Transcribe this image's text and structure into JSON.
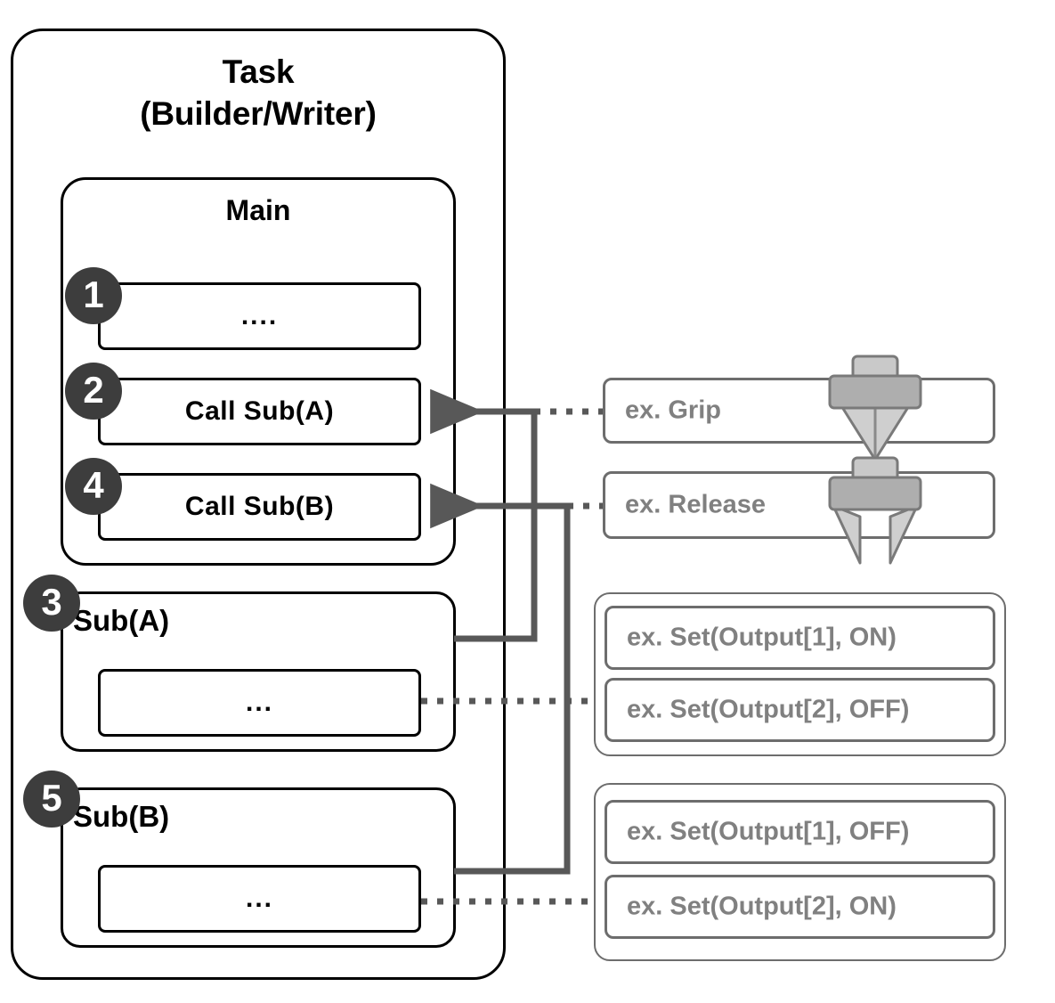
{
  "diagram": {
    "title": "Task (Builder/Writer) program structure",
    "colors": {
      "badge_fill": "#3d3d3d",
      "badge_text": "#ffffff",
      "box_stroke_black": "#000000",
      "box_stroke_gray": "#6d6d6d",
      "example_text": "#808080",
      "connector": "#585858",
      "gripper_light": "#c9c9c9",
      "gripper_dark": "#a6a6a6",
      "gripper_stroke": "#7a7a7a"
    }
  },
  "task": {
    "title_line1": "Task",
    "title_line2": "(Builder/Writer)"
  },
  "main": {
    "title": "Main",
    "statements": [
      {
        "badge": "1",
        "text": "...."
      },
      {
        "badge": "2",
        "text": "Call Sub(A)"
      },
      {
        "badge": "4",
        "text": "Call Sub(B)"
      }
    ]
  },
  "subs": [
    {
      "badge": "3",
      "label": "Sub(A)",
      "body": "..."
    },
    {
      "badge": "5",
      "label": "Sub(B)",
      "body": "..."
    }
  ],
  "examples": {
    "motion": [
      {
        "label": "ex. Grip",
        "icon": "gripper-closed-icon"
      },
      {
        "label": "ex. Release",
        "icon": "gripper-open-icon"
      }
    ],
    "groups": [
      {
        "name": "sub-a-examples",
        "items": [
          {
            "label": "ex. Set(Output[1], ON)"
          },
          {
            "label": "ex. Set(Output[2], OFF)"
          }
        ]
      },
      {
        "name": "sub-b-examples",
        "items": [
          {
            "label": "ex. Set(Output[1], OFF)"
          },
          {
            "label": "ex. Set(Output[2], ON)"
          }
        ]
      }
    ]
  }
}
